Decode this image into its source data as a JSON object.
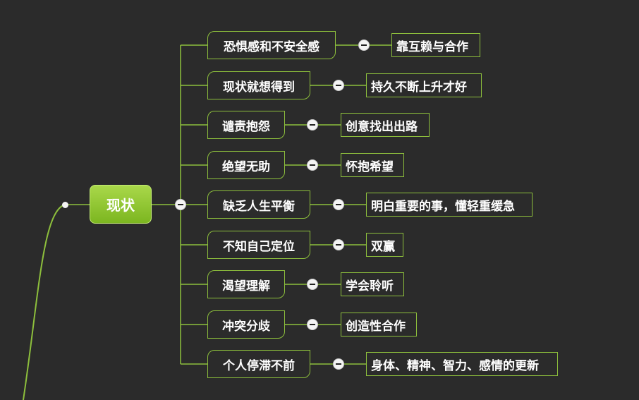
{
  "central": {
    "label": "现状"
  },
  "branches": [
    {
      "problem": "恐惧感和不安全感",
      "solution": "靠互赖与合作"
    },
    {
      "problem": "现状就想得到",
      "solution": "持久不断上升才好"
    },
    {
      "problem": "谴责抱怨",
      "solution": "创意找出出路"
    },
    {
      "problem": "绝望无助",
      "solution": "怀抱希望"
    },
    {
      "problem": "缺乏人生平衡",
      "solution": "明白重要的事，懂轻重缓急"
    },
    {
      "problem": "不知自己定位",
      "solution": "双赢"
    },
    {
      "problem": "渴望理解",
      "solution": "学会聆听"
    },
    {
      "problem": "冲突分歧",
      "solution": "创造性合作"
    },
    {
      "problem": "个人停滞不前",
      "solution": "身体、精神、智力、感情的更新"
    }
  ],
  "colors": {
    "background": "#2b2b2b",
    "accent_green": "#8dbf3c",
    "central_green": "#7cb620"
  }
}
